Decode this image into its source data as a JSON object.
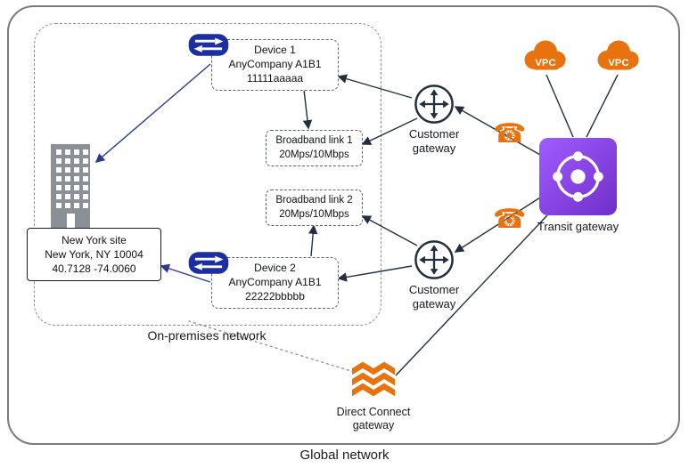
{
  "colors": {
    "orange": "#E8720E",
    "navy": "#232F3E",
    "router-blue": "#1C2FA0",
    "arrow-blue": "#2B3990"
  },
  "global_network": {
    "label": "Global network"
  },
  "on_premises": {
    "label": "On-premises network"
  },
  "new_york_site": {
    "line1": "New York site",
    "line2": "New York, NY 10004",
    "line3": "40.7128 -74.0060"
  },
  "device1": {
    "line1": "Device 1",
    "line2": "AnyCompany A1B1",
    "line3": "11111aaaaa"
  },
  "device2": {
    "line1": "Device 2",
    "line2": "AnyCompany A1B1",
    "line3": "22222bbbbb"
  },
  "broadband1": {
    "line1": "Broadband link 1",
    "line2": "20Mps/10Mbps"
  },
  "broadband2": {
    "line1": "Broadband link 2",
    "line2": "20Mps/10Mbps"
  },
  "customer_gateway1": {
    "label": "Customer gateway"
  },
  "customer_gateway2": {
    "label": "Customer gateway"
  },
  "vpc1": {
    "label": "VPC"
  },
  "vpc2": {
    "label": "VPC"
  },
  "transit_gateway": {
    "label": "Transit gateway"
  },
  "direct_connect_gateway": {
    "label": "Direct Connect gateway"
  },
  "icons": {
    "site_to_site_vpn_glyph": "☎"
  }
}
